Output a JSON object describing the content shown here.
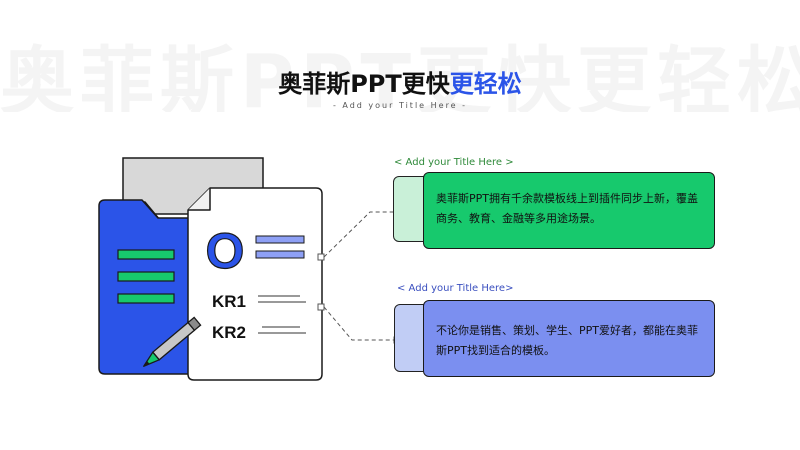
{
  "watermark": "奥菲斯PPT更快更轻松",
  "header": {
    "title_main": "奥菲斯PPT更快",
    "title_accent": "更轻松",
    "subtitle": "- Add your Title Here -"
  },
  "illustration": {
    "kr1": "KR1",
    "kr2": "KR2",
    "o_letter": "O"
  },
  "cards": [
    {
      "label": "< Add your Title Here >",
      "text": "奥菲斯PPT拥有千余款模板线上到插件同步上新，覆盖商务、教育、金融等多用途场景。",
      "color": "#17c96d"
    },
    {
      "label": "< Add your Title Here>",
      "text": "不论你是销售、策划、学生、PPT爱好者，都能在奥菲斯PPT找到适合的模板。",
      "color": "#7b8ff0"
    }
  ],
  "colors": {
    "accent_blue": "#2b54e8",
    "folder_blue": "#2b54e8",
    "green": "#17c96d",
    "periwinkle": "#7b8ff0"
  }
}
